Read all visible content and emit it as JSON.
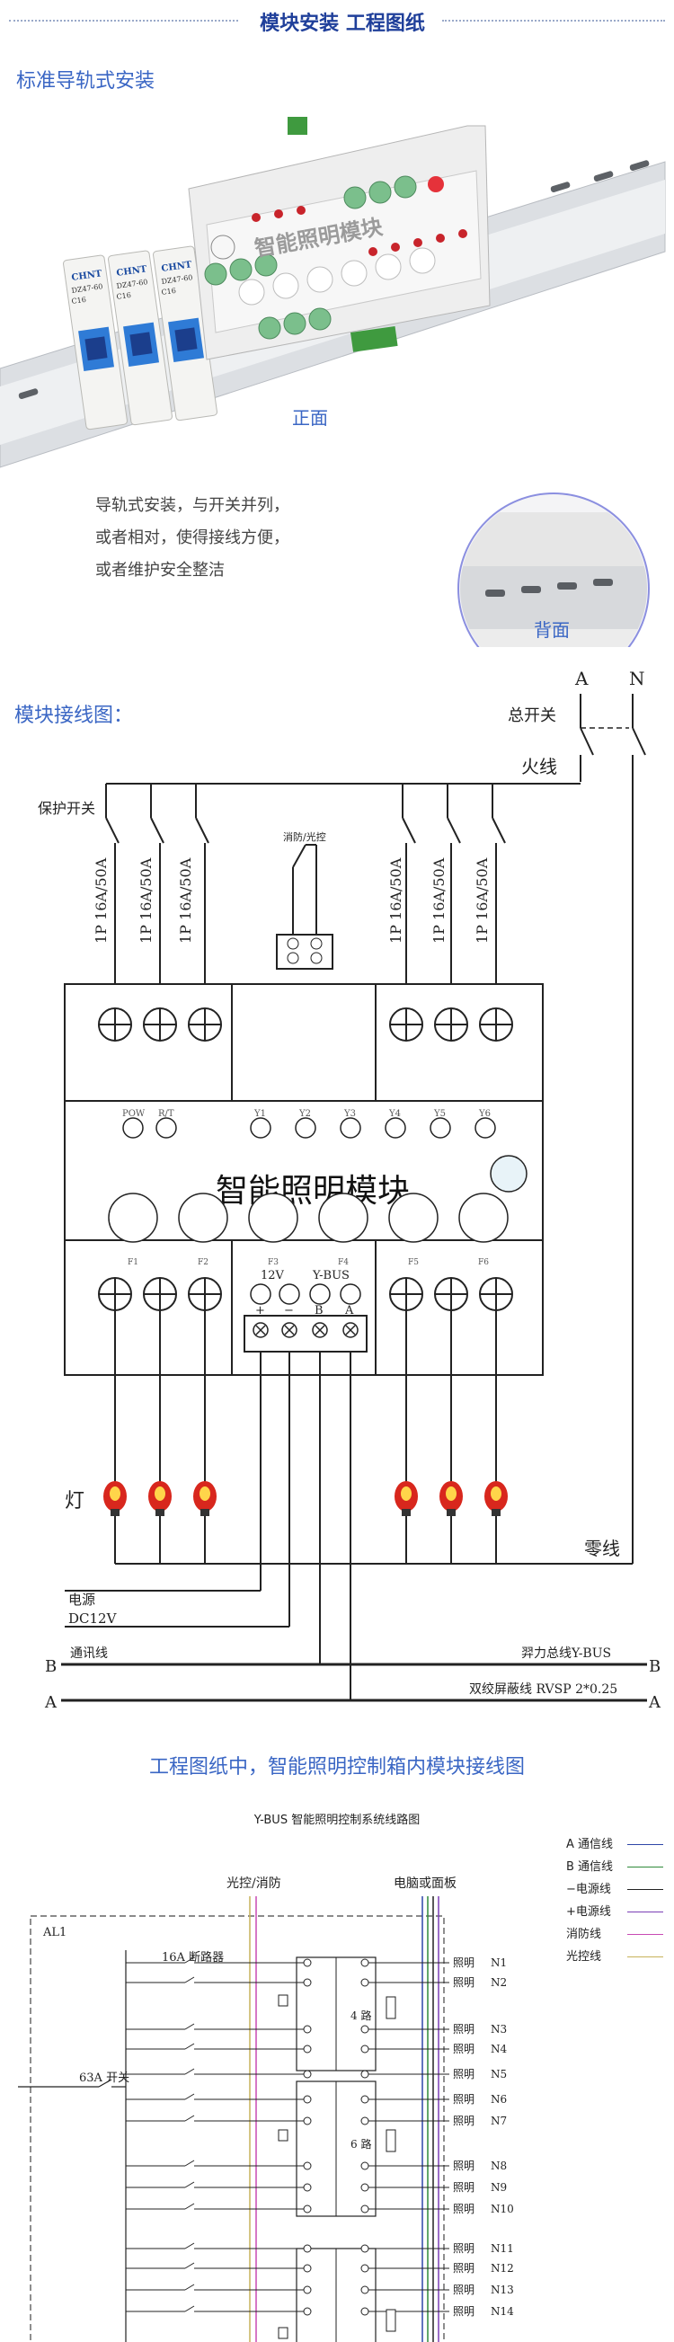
{
  "header": {
    "title": "模块安装 工程图纸"
  },
  "install": {
    "heading": "标准导轨式安装",
    "front_label": "正面",
    "back_label": "背面",
    "desc": [
      "导轨式安装，与开关并列，",
      "或者相对，使得接线方便，",
      "或者维护安全整洁"
    ],
    "breaker_brand": "CHNT",
    "breaker_model": "DZ47-60",
    "breaker_rating": "C16",
    "module_label": "智能照明模块"
  },
  "wiring": {
    "heading": "模块接线图：",
    "a": "A",
    "n": "N",
    "main_switch": "总开关",
    "live": "火线",
    "protect_switch": "保护开关",
    "breaker": "1P 16A/50A",
    "fire": "消防/光控",
    "module_title": "智能照明模块",
    "pow": "POW",
    "rt": "R/T",
    "y_labels": [
      "Y1",
      "Y2",
      "Y3",
      "Y4",
      "Y5",
      "Y6"
    ],
    "f_labels": [
      "F1",
      "F2",
      "F3",
      "F4",
      "F5",
      "F6"
    ],
    "v12": "12V",
    "ybus": "Y-BUS",
    "plus": "+",
    "minus": "−",
    "b_term": "B",
    "a_term": "A",
    "lamp": "灯",
    "neutral": "零线",
    "power": "电源",
    "dc": "DC12V",
    "comm": "通讯线",
    "bus_name": "羿力总线Y-BUS",
    "cable": "双绞屏蔽线 RVSP 2*0.25",
    "b": "B"
  },
  "engineering": {
    "heading": "工程图纸中，智能照明控制箱内模块接线图",
    "subtitle": "Y-BUS 智能照明控制系统线路图",
    "legend": [
      {
        "label": "A 通信线",
        "color": "#2e46a8"
      },
      {
        "label": "B 通信线",
        "color": "#2f8a3a"
      },
      {
        "label": "−电源线",
        "color": "#222222"
      },
      {
        "label": "+电源线",
        "color": "#7b3fb6"
      },
      {
        "label": "消防线",
        "color": "#c84bb4"
      },
      {
        "label": "光控线",
        "color": "#c7b25a"
      }
    ],
    "light_fire": "光控/消防",
    "pc_panel": "电脑或面板",
    "box": "AL1",
    "breaker16": "16A 断路器",
    "switch63": "63A 开关",
    "way4": "4 路",
    "way6": "6 路",
    "lighting": "照明",
    "circuits": [
      "N1",
      "N2",
      "N3",
      "N4",
      "N5",
      "N6",
      "N7",
      "N8",
      "N9",
      "N10",
      "N11",
      "N12",
      "N13",
      "N14"
    ]
  }
}
